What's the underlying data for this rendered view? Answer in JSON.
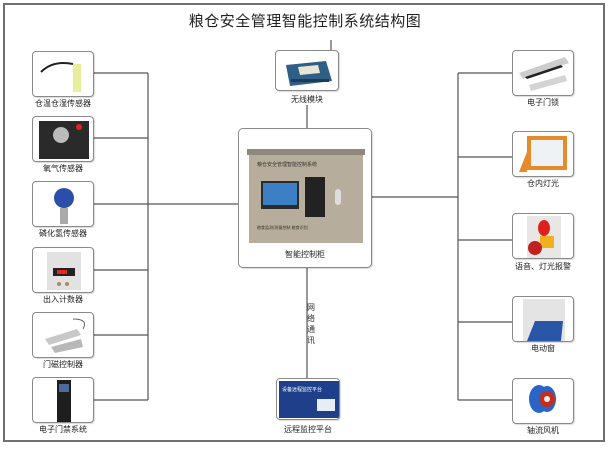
{
  "title": "粮仓安全管理智能控制系统结构图",
  "center": {
    "label": "智能控制柜",
    "panel_title": "粮仓安全管理智能控制系统",
    "panel_bottom_text": "粮食监测/测量控制 粮食识别"
  },
  "top": {
    "label": "无线模块"
  },
  "bottom": {
    "label": "远程监控平台",
    "screen_text": "设备远程监控平台"
  },
  "link_label": [
    "网",
    "络",
    "通",
    "讯"
  ],
  "left_devices": [
    {
      "label": "仓温仓湿传感器",
      "icon": "temperature-humidity-probe-icon"
    },
    {
      "label": "氧气传感器",
      "icon": "gas-sensor-icon"
    },
    {
      "label": "磷化氢传感器",
      "icon": "phosphine-sensor-icon"
    },
    {
      "label": "出入计数器",
      "icon": "counter-icon"
    },
    {
      "label": "门磁控制器",
      "icon": "door-magnet-icon"
    },
    {
      "label": "电子门禁系统",
      "icon": "access-control-icon"
    }
  ],
  "right_devices": [
    {
      "label": "电子门锁",
      "icon": "magnetic-lock-icon"
    },
    {
      "label": "仓内灯光",
      "icon": "flood-light-icon"
    },
    {
      "label": "语音、灯光报警",
      "icon": "siren-alarm-icon"
    },
    {
      "label": "电动窗",
      "icon": "electric-window-icon"
    },
    {
      "label": "轴流风机",
      "icon": "axial-fan-icon"
    }
  ]
}
